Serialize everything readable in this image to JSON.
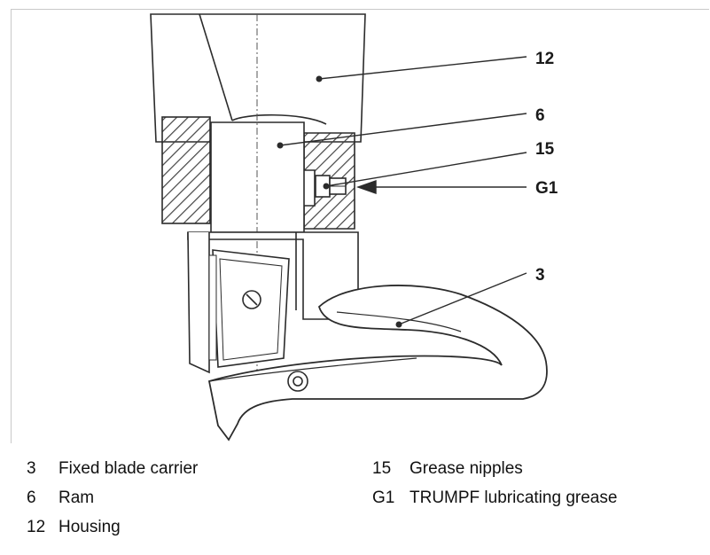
{
  "callouts": [
    {
      "num": "12",
      "label": "Housing"
    },
    {
      "num": "6",
      "label": "Ram"
    },
    {
      "num": "15",
      "label": "Grease nipples"
    },
    {
      "num": "G1",
      "label": "TRUMPF lubricating grease"
    },
    {
      "num": "3",
      "label": "Fixed blade carrier"
    }
  ],
  "legend": {
    "left": [
      {
        "num": "3",
        "text": "Fixed blade carrier"
      },
      {
        "num": "6",
        "text": "Ram"
      },
      {
        "num": "12",
        "text": "Housing"
      }
    ],
    "right": [
      {
        "num": "15",
        "text": "Grease nipples"
      },
      {
        "num": "G1",
        "text": "TRUMPF lubricating grease"
      }
    ]
  },
  "colors": {
    "line": "#2b2b2b",
    "frame": "#c9c9c9",
    "hatch": "#444444"
  }
}
